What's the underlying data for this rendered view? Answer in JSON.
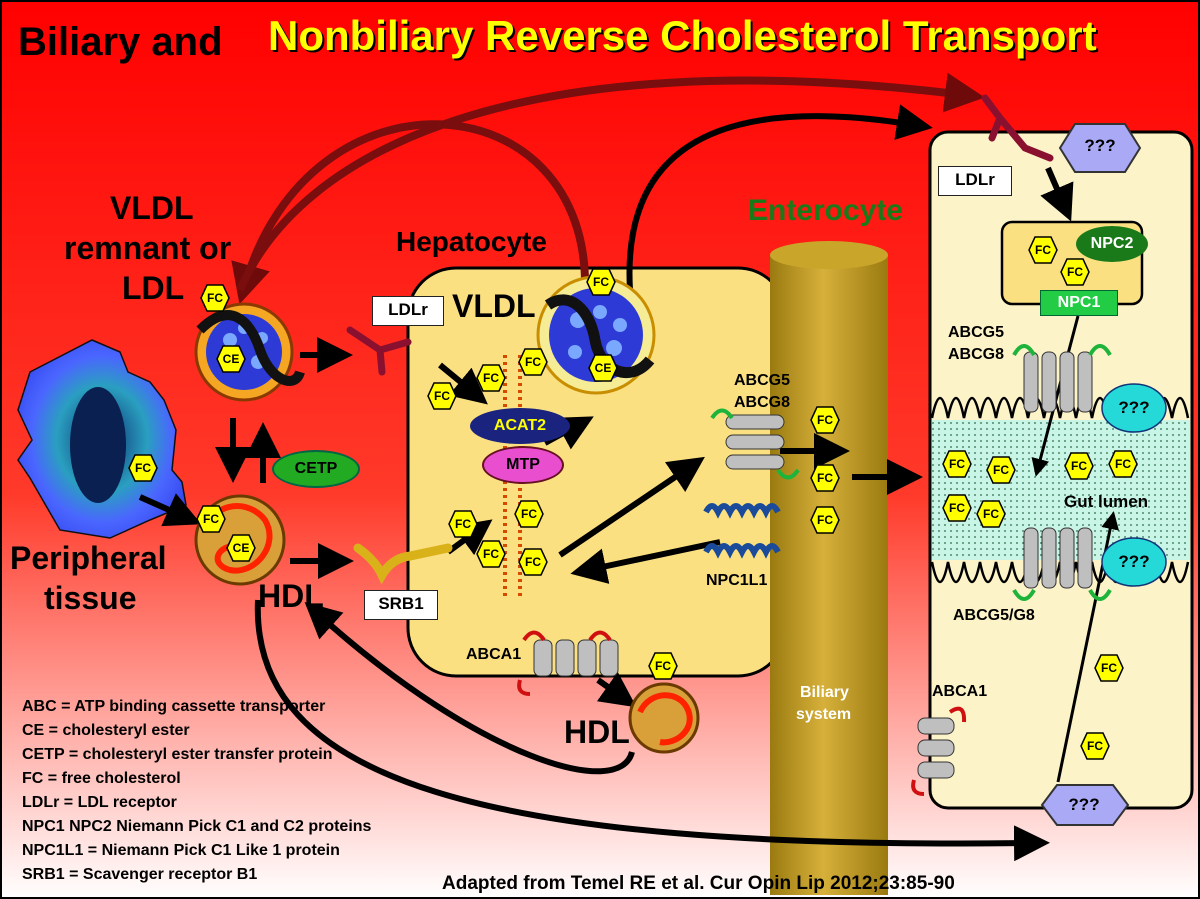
{
  "title": {
    "part1": "Biliary and",
    "part2": "Nonbiliary Reverse Cholesterol Transport"
  },
  "labels": {
    "vldl_remnant": [
      "VLDL",
      "remnant or",
      "LDL"
    ],
    "hepatocyte": "Hepatocyte",
    "vldl": "VLDL",
    "enterocyte": "Enterocyte",
    "peripheral": [
      "Peripheral",
      "tissue"
    ],
    "hdl_left": "HDL",
    "hdl_bottom": "HDL",
    "abcg5_liver": [
      "ABCG5",
      "ABCG8"
    ],
    "abcg5_ent": [
      "ABCG5",
      "ABCG8"
    ],
    "npc1l1": "NPC1L1",
    "abca1_liver": "ABCA1",
    "abca1_ent": "ABCA1",
    "abcg5g8": "ABCG5/G8",
    "gut_lumen": "Gut lumen",
    "biliary": [
      "Biliary",
      "system"
    ]
  },
  "boxes": {
    "ldlr_left": "LDLr",
    "ldlr_right": "LDLr",
    "srb1": "SRB1"
  },
  "proteins": {
    "cetp": "CETP",
    "acat2": "ACAT2",
    "mtp": "MTP",
    "npc2": "NPC2",
    "npc1": "NPC1",
    "unknown": "???"
  },
  "markers": {
    "fc": "FC",
    "ce": "CE"
  },
  "legend": [
    "ABC = ATP binding cassette transporter",
    "CE = cholesteryl ester",
    "CETP = cholesteryl ester transfer protein",
    "FC = free cholesterol",
    "LDLr = LDL receptor",
    "NPC1 NPC2 Niemann Pick C1 and C2 proteins",
    "NPC1L1 = Niemann Pick C1 Like 1 protein",
    "SRB1 = Scavenger receptor B1"
  ],
  "citation": "Adapted from Temel RE et al.  Cur Opin Lip 2012;23:85-90",
  "colors": {
    "background_top": "#ff0000",
    "background_bottom": "#ffffff",
    "cell_fill": "#fbe082",
    "enterocyte_fill": "#fdf3c8",
    "fc_fill": "#ffff00",
    "title_yellow": "#ffff00",
    "enterocyte_green": "#1a7a1a",
    "cetp_green": "#22aa22",
    "acat2_navy": "#1a237e",
    "mtp_magenta": "#e94ecf",
    "lumen_teal": "#c9f5e7"
  }
}
